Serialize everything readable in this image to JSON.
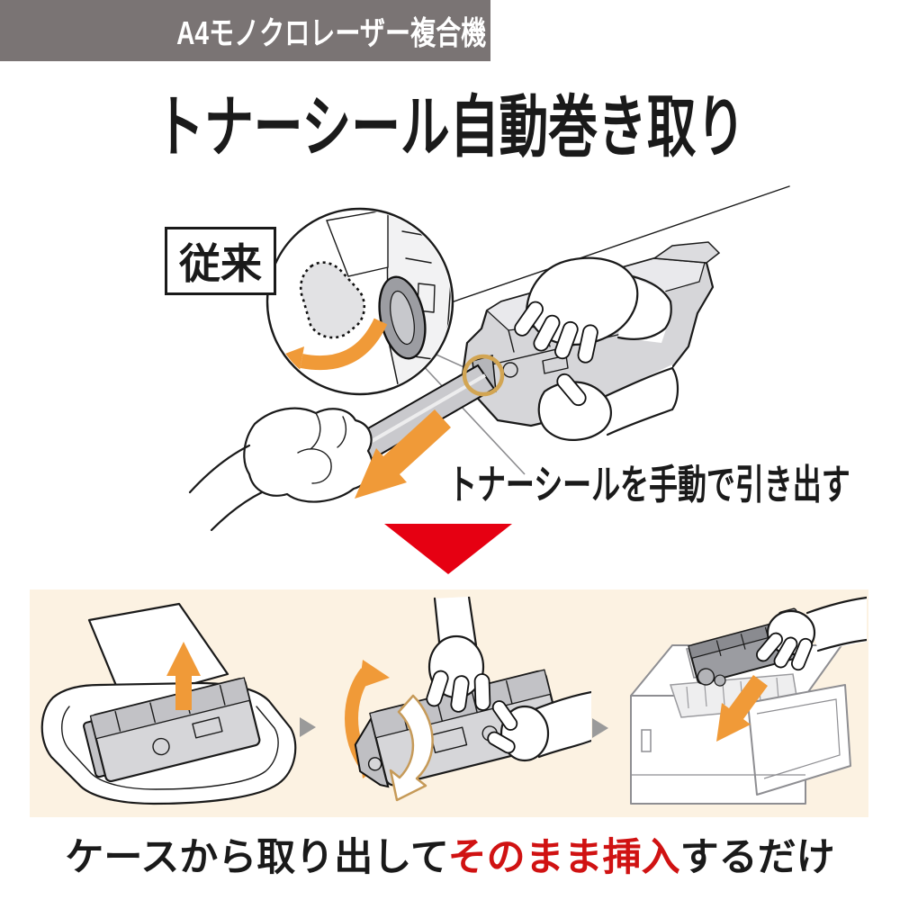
{
  "banner": {
    "label": "A4モノクロレーザー複合機"
  },
  "title": "トナーシール自動巻き取り",
  "conventional": {
    "label": "従来",
    "caption": "トナーシールを手動で引き出す"
  },
  "new_method": {
    "caption_prefix": "ケースから取り出して",
    "caption_highlight": "そのまま挿入",
    "caption_suffix": "するだけ"
  },
  "icons": {
    "transition_arrow": "red-down-triangle-icon",
    "step_separator": "gray-right-triangle-icon",
    "pull_arrow": "orange-pull-arrow-icon",
    "lift_arrow": "orange-up-arrow-icon",
    "rock_arrow": "orange-rock-arrow-icon",
    "insert_arrow": "orange-insert-arrow-icon"
  },
  "colors": {
    "banner_gray": "#7A7474",
    "panel_cream": "#FCF2E2",
    "accent_orange": "#F09A38",
    "transition_red": "#E60012",
    "caption_red": "#D01212",
    "separator_gray": "#9A9A9A",
    "seal_highlight_gold": "#D2A553",
    "text_black": "#111111"
  }
}
